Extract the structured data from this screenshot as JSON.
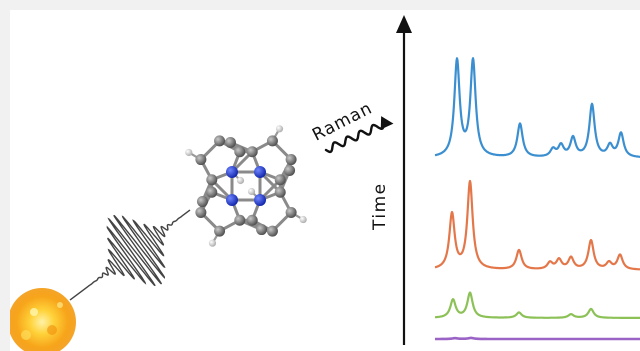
{
  "labels": {
    "raman": "Raman",
    "time_axis": "Time"
  },
  "colors": {
    "background_outer": "#f1f1f1",
    "background_inner": "#ffffff",
    "spectrum_1": "#3b8fd0",
    "spectrum_2": "#e4774a",
    "spectrum_3": "#8cc157",
    "spectrum_4": "#9b63c6",
    "carbon": "#6e6e6e",
    "nitrogen": "#1c3ad6",
    "hydrogen": "#d9d9d9",
    "sun": "#f5b41f"
  },
  "icons": {
    "sun": "sun-icon",
    "pulse": "laser-pulse-icon",
    "molecule": "porphyrin-molecule-icon",
    "raman_arrow": "wavy-arrow-icon",
    "time_arrow": "up-arrow-icon"
  },
  "chart_data": {
    "type": "line",
    "title": "",
    "xlabel": "",
    "ylabel": "Time",
    "series": [
      {
        "peaks": [
          [
            22,
            1.0
          ],
          [
            38,
            1.0
          ],
          [
            85,
            0.35
          ],
          [
            118,
            0.08
          ],
          [
            126,
            0.12
          ],
          [
            138,
            0.2
          ],
          [
            157,
            0.55
          ],
          [
            175,
            0.12
          ],
          [
            186,
            0.25
          ]
        ],
        "amplitude": 0.67
      },
      {
        "peaks": [
          [
            17,
            0.57
          ],
          [
            35,
            0.9
          ],
          [
            84,
            0.2
          ],
          [
            115,
            0.07
          ],
          [
            124,
            0.1
          ],
          [
            136,
            0.12
          ],
          [
            156,
            0.3
          ],
          [
            174,
            0.07
          ],
          [
            185,
            0.15
          ]
        ],
        "amplitude": 0.95
      },
      {
        "peaks": [
          [
            18,
            0.4
          ],
          [
            35,
            0.55
          ],
          [
            84,
            0.12
          ],
          [
            136,
            0.08
          ],
          [
            156,
            0.2
          ]
        ],
        "amplitude": 0.9
      },
      {
        "peaks": [
          [
            20,
            0.15
          ],
          [
            36,
            0.2
          ]
        ],
        "amplitude": 0.9
      }
    ]
  }
}
